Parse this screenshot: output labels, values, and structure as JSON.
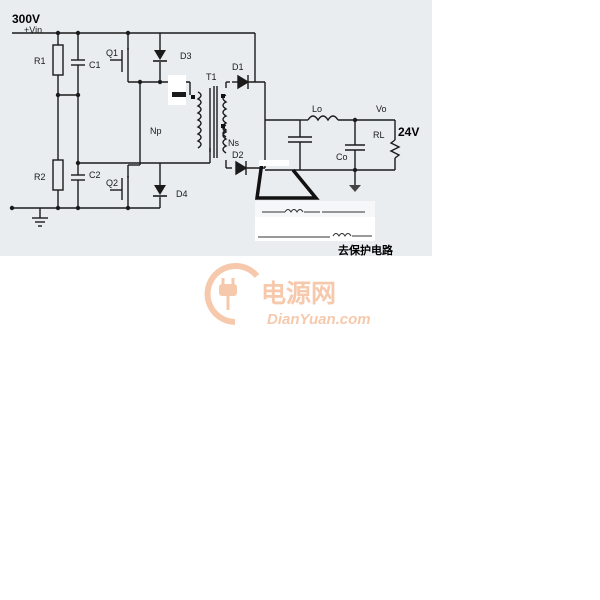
{
  "labels": {
    "vin": "300V",
    "vin_small": "+Vin",
    "r1": "R1",
    "r2": "R2",
    "c1": "C1",
    "c2": "C2",
    "q1": "Q1",
    "q2": "Q2",
    "d1": "D1",
    "d2": "D2",
    "d3": "D3",
    "d4": "D4",
    "t1": "T1",
    "np": "Np",
    "ns": "Ns",
    "lo": "Lo",
    "co": "Co",
    "rl": "RL",
    "vo": "Vo",
    "vout": "24V",
    "annotation": "去保护电路"
  },
  "watermark": {
    "cn": "电源网",
    "en": "DianYuan.com",
    "color": "#f6c9ad"
  },
  "colors": {
    "wire": "#1b1b1b",
    "photo_bg": "#e9edf0"
  }
}
